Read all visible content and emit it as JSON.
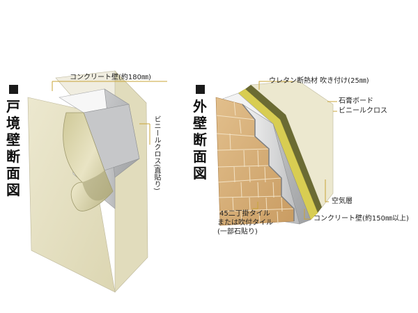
{
  "left_section": {
    "heading": "戸境壁断面図",
    "labels": {
      "concrete_wall": "コンクリート壁(約180㎜)",
      "vinyl_cloth_direct": "ビニールクロス(直貼り)"
    }
  },
  "right_section": {
    "heading": "外壁断面図",
    "labels": {
      "urethane_insulation": "ウレタン断熱材 吹き付け(25㎜)",
      "gypsum_board": "石膏ボード",
      "vinyl_cloth": "ビニールクロス",
      "air_layer": "空気層",
      "concrete_wall": "コンクリート壁(約150㎜以上)",
      "tile_line1": "45二丁掛タイル",
      "tile_line2": "または吹付タイル",
      "tile_line3": "(一部石貼り)"
    }
  },
  "colors": {
    "cream_panel": "#e8e3c4",
    "concrete": "#d9dadb",
    "tile": "#d8b07a",
    "insulation": "#d6cb52",
    "gypsum_edge": "#5a5a2a",
    "leader_line": "#c9a437"
  }
}
